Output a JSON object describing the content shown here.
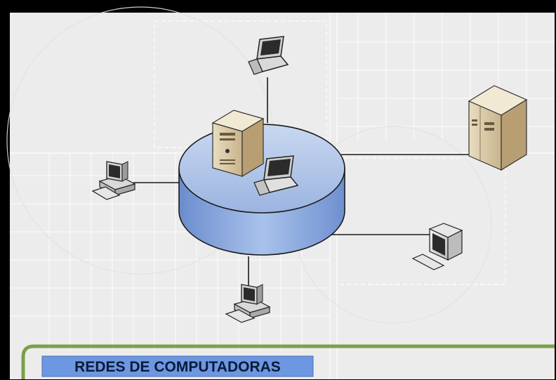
{
  "caption": {
    "text": "REDES DE COMPUTADORAS"
  },
  "nodes": [
    {
      "id": "laptop-top",
      "icon": "laptop-icon"
    },
    {
      "id": "hub-server",
      "icon": "tower-server-icon"
    },
    {
      "id": "hub-laptop",
      "icon": "laptop-icon"
    },
    {
      "id": "rack-server",
      "icon": "rack-server-icon"
    },
    {
      "id": "left-workstation",
      "icon": "desktop-computer-icon"
    },
    {
      "id": "right-monitor",
      "icon": "monitor-icon"
    },
    {
      "id": "bottom-workstation",
      "icon": "desktop-computer-icon"
    }
  ],
  "colors": {
    "frame": "#000000",
    "background": "#ececec",
    "grid": "#ffffff",
    "hub_top": "#a9c0e6",
    "hub_side": "#7f9fd6",
    "hub_outline": "#1a1a1a",
    "caption_bar": "#6d97e0",
    "caption_text": "#0a1a3a",
    "green_line": "#7aa04a"
  }
}
